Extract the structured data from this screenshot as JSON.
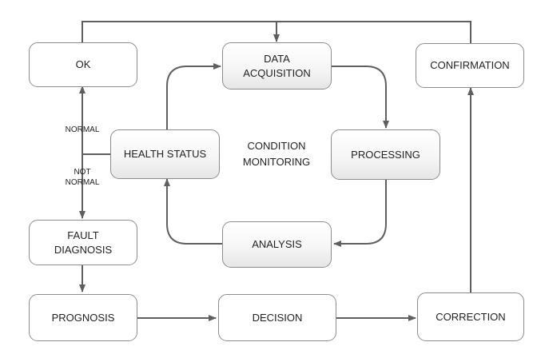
{
  "nodes": {
    "ok": "OK",
    "data_acquisition": "DATA\nACQUISITION",
    "confirmation": "CONFIRMATION",
    "health_status": "HEALTH STATUS",
    "processing": "PROCESSING",
    "analysis": "ANALYSIS",
    "fault_diagnosis": "FAULT\nDIAGNOSIS",
    "prognosis": "PROGNOSIS",
    "decision": "DECISION",
    "correction": "CORRECTION"
  },
  "center_label": "CONDITION\nMONITORING",
  "edge_labels": {
    "normal": "NORMAL",
    "not_normal": "NOT\nNORMAL"
  },
  "colors": {
    "stroke": "#5f5f5f",
    "node_border": "#8c8c8c",
    "shaded_fill_bottom": "#e6e6e6"
  }
}
